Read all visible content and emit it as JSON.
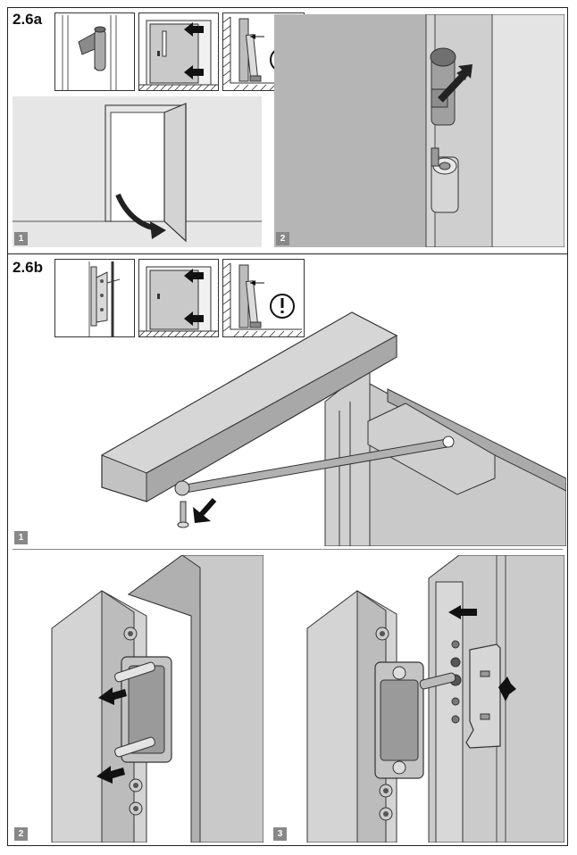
{
  "section_a": {
    "label": "2.6a",
    "steps": [
      "1",
      "2"
    ]
  },
  "section_b": {
    "label": "2.6b",
    "steps": [
      "1",
      "2",
      "3"
    ]
  },
  "icons": {
    "warning": "exclamation-circle-icon",
    "arrow": "arrow-icon"
  },
  "colors": {
    "wall": "#e4e4e4",
    "door": "#cfcfcf",
    "frame": "#b9b9b9",
    "hardware": "#8c8c8c",
    "outline": "#222222",
    "step_badge": "#888888"
  }
}
